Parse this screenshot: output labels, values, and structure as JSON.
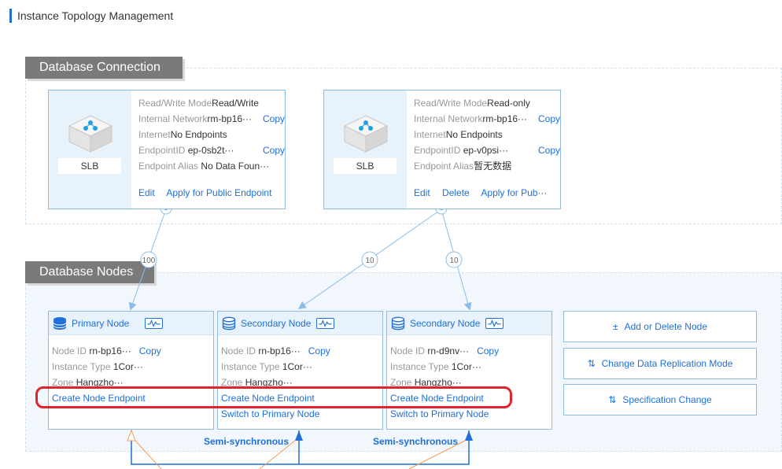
{
  "page_title": "Instance Topology Management",
  "sections": {
    "connection": "Database Connection",
    "nodes": "Database Nodes"
  },
  "endpoints": [
    {
      "icon_label": "SLB",
      "rw_key": "Read/Write Mode",
      "rw_val": "Read/Write",
      "net_key": "Internal Network",
      "net_val": "rm-bp16···",
      "inet_key": "Internet",
      "inet_val": "No Endpoints",
      "id_key": "EndpointID",
      "id_val": "ep-0sb2t···",
      "alias_key": "Endpoint Alias",
      "alias_val": "No Data Foun···",
      "copy": "Copy",
      "actions": [
        "Edit",
        "Apply for Public Endpoint"
      ]
    },
    {
      "icon_label": "SLB",
      "rw_key": "Read/Write Mode",
      "rw_val": "Read-only",
      "net_key": "Internal Network",
      "net_val": "rm-bp16···",
      "inet_key": "Internet",
      "inet_val": "No Endpoints",
      "id_key": "EndpointID",
      "id_val": "ep-v0psi···",
      "alias_key": "Endpoint Alias",
      "alias_val": "暂无数据",
      "copy": "Copy",
      "actions": [
        "Edit",
        "Delete",
        "Apply for Pub···"
      ]
    }
  ],
  "weights": [
    "100",
    "10",
    "10"
  ],
  "nodes": [
    {
      "title": "Primary Node",
      "id_key": "Node ID",
      "id_val": "rn-bp16···",
      "copy": "Copy",
      "type_key": "Instance Type",
      "type_val": "1Cor···",
      "zone_key": "Zone",
      "zone_val": "Hangzho···",
      "create_endpoint": "Create Node Endpoint",
      "switch": ""
    },
    {
      "title": "Secondary Node",
      "id_key": "Node ID",
      "id_val": "rn-bp16···",
      "copy": "Copy",
      "type_key": "Instance Type",
      "type_val": "1Cor···",
      "zone_key": "Zone",
      "zone_val": "Hangzho···",
      "create_endpoint": "Create Node Endpoint",
      "switch": "Switch to Primary Node"
    },
    {
      "title": "Secondary Node",
      "id_key": "Node ID",
      "id_val": "rn-d9nv···",
      "copy": "Copy",
      "type_key": "Instance Type",
      "type_val": "1Cor···",
      "zone_key": "Zone",
      "zone_val": "Hangzho···",
      "create_endpoint": "Create Node Endpoint",
      "switch": "Switch to Primary Node"
    }
  ],
  "side_buttons": {
    "add_delete": "Add or Delete Node",
    "replication": "Change Data Replication Mode",
    "spec": "Specification Change"
  },
  "replication_labels": [
    "Semi-synchronous",
    "Semi-synchronous"
  ],
  "colors": {
    "accent": "#1e6fd9",
    "highlight": "#e0242b",
    "replication_line": "#f39c52"
  }
}
